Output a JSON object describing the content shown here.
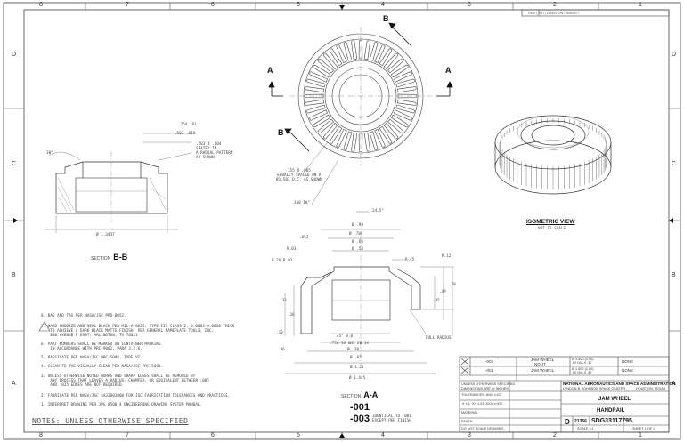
{
  "border": {
    "columns": [
      "8",
      "7",
      "6",
      "5",
      "4",
      "3",
      "2",
      "1"
    ],
    "rows": [
      "D",
      "C",
      "B",
      "A"
    ]
  },
  "insert_note": "REV  |  RTI  |  USED ON / INSERT",
  "section_bb": {
    "label": "SECTION",
    "letter": "B-B"
  },
  "section_aa": {
    "label": "SECTION",
    "letter": "A-A"
  },
  "cut_marks": {
    "a": "A",
    "b": "B"
  },
  "isometric": {
    "title": "ISOMETRIC VIEW",
    "scale": "NOT TO SCALE"
  },
  "dims_bb": {
    "d1": ".264 .01",
    "d2": ".503 .010",
    "d3": ".503 Ø .004\nSEATED IN\nA RADIAL PATTERN\nAS SHOWN",
    "angle": "30°",
    "width": "Ø 1.3437"
  },
  "dims_top": {
    "teeth": "355 Ø .005\nEQUALLY SPACED ON A\nØ1.583 D.C. AS SHOWN",
    "ang1": "360 10°",
    "ang2": "24.5°"
  },
  "dims_aa": {
    "d90": "Ø .90",
    "d780": "Ø .780",
    "d66": "Ø .66",
    "d53": "Ø .53",
    "l053": ".053",
    "l033": "R.03",
    "l26": "R.26 R.03",
    "l45": "R.45",
    "r12": "R.12",
    "l49": ".49",
    "l32": ".32",
    "l35": ".35",
    "l16": ".16",
    "l79": ".79",
    "l10": ".10",
    "l96": ".96",
    "ang45": "45° 0.0",
    "thread": ".750-16 UNS 2B 1X",
    "depth": "Ø .38",
    "d65": "Ø .65",
    "d121": "Ø 1.21",
    "d1445": "Ø 1.445",
    "full_radius": "FULL RADIUS"
  },
  "notes": {
    "title": "NOTES: UNLESS OTHERWISE SPECIFIED",
    "n8": "8. BAG AND TAG PER NASA/JSC PRD-8052.",
    "n7": "7. HARD ANODIZE AND SEAL BLACK PER MIL-A-8625, TYPE III CLASS 2, 0.0003-0.0018 THICK\n    TO ACHIEVE A DARK BLACK MATTE FINISH, PER GENERAL NAMEPLATE TOOLS, INC.\n    800 AVENUE F EAST, ARLINGTON, TX 76011",
    "n6": "6. PART NUMBERS SHALL BE MARKED ON CONTAINER MARKING\n    IN ACCORDANCE WITH PRC-9002, PARA 3.2.6.",
    "n5": "5. PASSIVATE PER NASA/JSC PRC-5006, TYPE VI.",
    "n4": "4. CLEAN TO THE VISUALLY CLEAN PER NASA/JSC PRC-5001.",
    "n3": "3. UNLESS OTHERWISE NOTED BURRS AND SHARP EDGES SHALL BE REMOVED BY\n    ANY PROCESS THAT LEAVES A RADIUS, CHAMFER, OR EQUIVALENT BETWEEN .005\n    AND .025 EDGES ARE NOT REQUIRED.",
    "n2": "2. FABRICATE PER NASA/JSC SA33001000 FOR JSC FABRICATION TOLERANCES AND PRACTICES.",
    "n1": "1. INTERPRET DRAWING PER JPG 8500.4 ENGINEERING DRAWING SYSTEM MANUAL."
  },
  "dash_numbers": {
    "d1": "-001",
    "d3": "-003",
    "note": "IDENTICAL TO -001\nEXCEPT PER FINISH"
  },
  "title_block": {
    "rows": [
      {
        "dash": "-003",
        "part": "JAM WHEEL",
        "sub": "NOUT",
        "spec": "Ø 1.500 (1.50)\n.50 DIA X .30",
        "mat": "NONE"
      },
      {
        "dash": "-001",
        "part": "JAM WHEEL",
        "sub": "",
        "spec": "Ø 1.500 (1.50)\n.50 DIA X .30",
        "mat": "NONE"
      }
    ],
    "agency": "NATIONAL AERONAUTICS AND SPACE ADMINISTRATION",
    "center": "LYNDON B. JOHNSON SPACE CENTER",
    "city": "HOUSTON, TEXAS",
    "title1": "JAM WHEEL",
    "title2": "HANDRAIL",
    "size": "D",
    "cage": "21356",
    "dwg_no": "SDG33117795",
    "scale": "SCALE 2:1",
    "sheet": "SHEET 1 OF 1",
    "left_cells": [
      "UNLESS OTHERWISE SPECIFIED",
      "DIMENSIONS ARE IN INCHES",
      "TOLERANCES: ANG ±1/2°",
      ".X ±.1  .XX ±.01  .XXX ±.005",
      "MATERIAL",
      "FINISH",
      "DO NOT SCALE DRAWING"
    ]
  }
}
